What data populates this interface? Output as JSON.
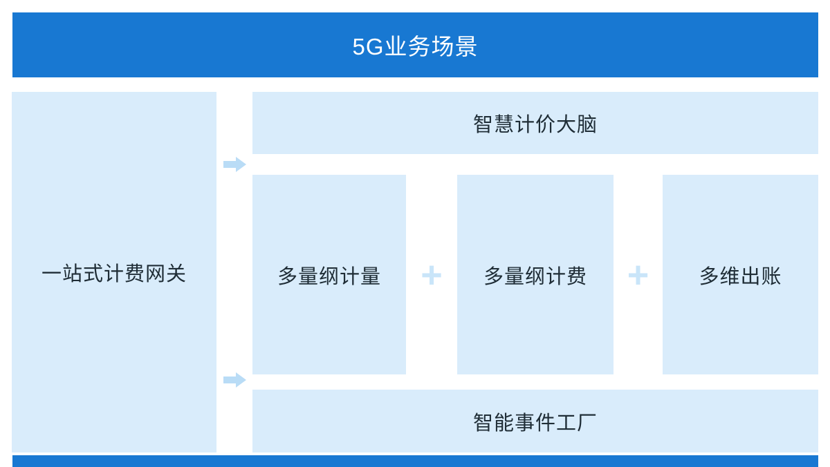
{
  "header": {
    "title": "5G业务场景"
  },
  "left_panel": {
    "label": "一站式计费网关"
  },
  "right_panel": {
    "top_row": {
      "label": "智慧计价大脑"
    },
    "middle_row": {
      "boxes": [
        "多量纲计量",
        "多量纲计费",
        "多维出账"
      ],
      "plus_label": "+"
    },
    "bottom_row": {
      "label": "智能事件工厂"
    }
  },
  "icons": {
    "arrow_1": "arrow-right-icon",
    "arrow_2": "arrow-right-icon",
    "plus_1": "plus-icon",
    "plus_2": "plus-icon"
  },
  "colors": {
    "primary_blue": "#1878d2",
    "light_blue": "#d9ecfb",
    "arrow_blue": "#b9dcf6",
    "plus_blue": "#c9e5f9",
    "text_dark": "#1f2d36",
    "header_text": "#ffffff"
  }
}
